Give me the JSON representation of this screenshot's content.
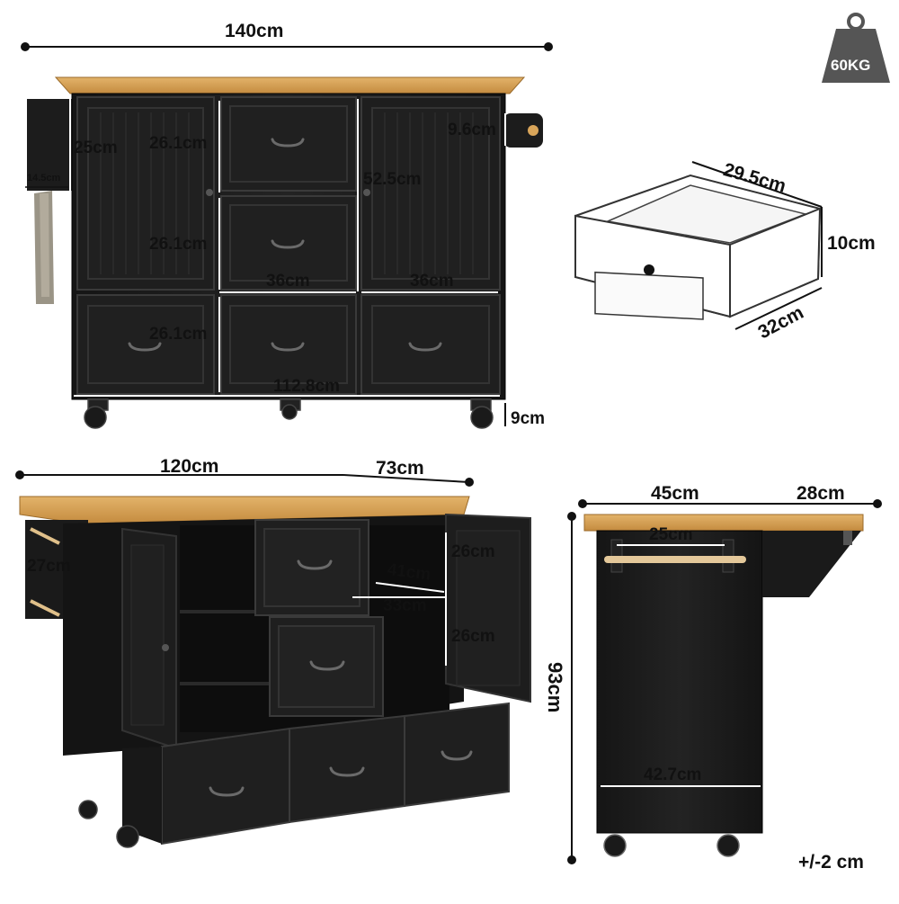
{
  "weight": {
    "label": "60KG"
  },
  "front_view": {
    "total_width": "140cm",
    "cabinet_height": "25cm",
    "towel_rack_width": "14.5cm",
    "drawer_upper_height": "26.1cm",
    "drawer_mid_height": "26.1cm",
    "drawer_lower_height": "26.1cm",
    "door_height": "52.5cm",
    "hook_width": "9.6cm",
    "drawer_width_left": "36cm",
    "drawer_width_right": "36cm",
    "cabinet_width": "112.8cm",
    "wheel_height": "9cm"
  },
  "drawer_detail": {
    "width": "29.5cm",
    "height": "10cm",
    "depth": "32cm"
  },
  "open_view": {
    "top_width": "120cm",
    "extension": "73cm",
    "towel_rack": "27cm",
    "inner_depth": "41cm",
    "inner_width": "33cm",
    "upper_shelf": "26cm",
    "lower_shelf": "26cm"
  },
  "side_view": {
    "depth": "45cm",
    "leaf": "28cm",
    "handle": "25cm",
    "height": "93cm",
    "base_width": "42.7cm"
  },
  "tolerance": "+/-2 cm",
  "colors": {
    "cabinet": "#1b1b1b",
    "panel": "#262626",
    "wood": "#d9a55a",
    "wood_dark": "#b9823a",
    "weight_icon": "#555555"
  }
}
